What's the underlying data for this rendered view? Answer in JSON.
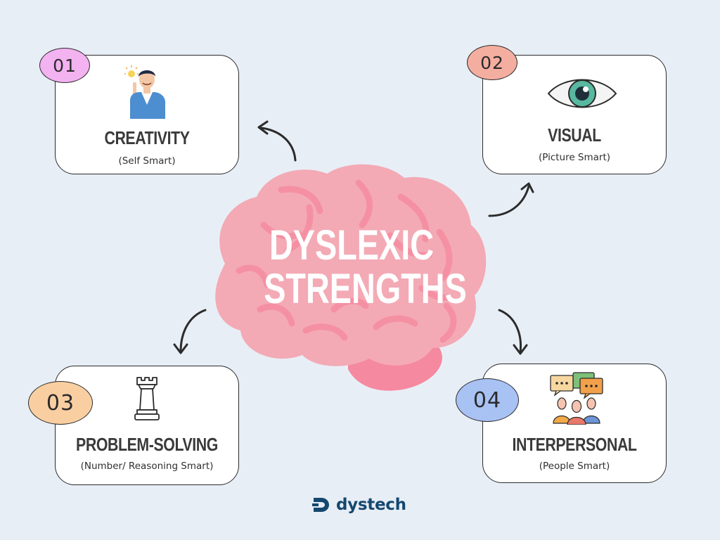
{
  "center": {
    "line1": "DYSLEXIC",
    "line2": "STRENGTHS"
  },
  "cards": [
    {
      "number": "01",
      "title": "CREATIVITY",
      "subtitle": "(Self Smart)",
      "icon": "person-idea-icon",
      "badge_color": "#f3b2f0"
    },
    {
      "number": "02",
      "title": "VISUAL",
      "subtitle": "(Picture Smart)",
      "icon": "eye-icon",
      "badge_color": "#f4aea0"
    },
    {
      "number": "03",
      "title": "PROBLEM-SOLVING",
      "subtitle": "(Number/ Reasoning Smart)",
      "icon": "chess-rook-icon",
      "badge_color": "#f9cfa2"
    },
    {
      "number": "04",
      "title": "INTERPERSONAL",
      "subtitle": "(People Smart)",
      "icon": "people-chat-icon",
      "badge_color": "#a9c2f4"
    }
  ],
  "brand": {
    "name": "dystech",
    "color": "#15486f"
  },
  "colors": {
    "background": "#e8eef6",
    "brain": "#f3a9b6",
    "brain_detail": "#f68ca0"
  }
}
